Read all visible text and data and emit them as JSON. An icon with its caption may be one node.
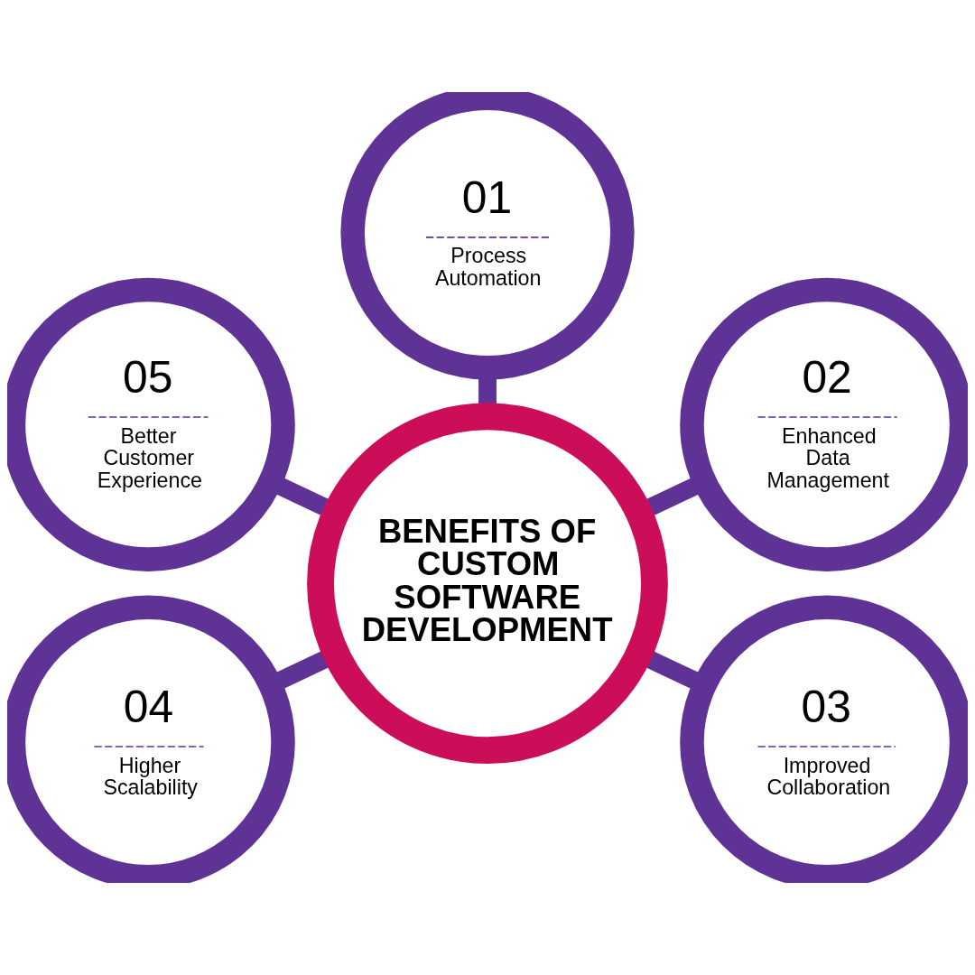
{
  "diagram": {
    "nodes": [
      {
        "text": [
          "BENEFITS OF CUSTOM SOFTWARE DEVELOPMENT"
        ]
      },
      {
        "text": [
          "01",
          "Process Automation"
        ]
      },
      {
        "text": [
          "02",
          "Enhanced Data Management"
        ]
      },
      {
        "text": [
          "03",
          "Improved Collaboration"
        ]
      },
      {
        "text": [
          "04",
          "Higher Scalability"
        ]
      },
      {
        "text": [
          "05",
          "Better Customer Experience"
        ]
      }
    ],
    "edges": [
      {
        "from": 1,
        "to": 0,
        "arrow": "none"
      },
      {
        "from": 2,
        "to": 0,
        "arrow": "none"
      },
      {
        "from": 3,
        "to": 0,
        "arrow": "none"
      },
      {
        "from": 4,
        "to": 0,
        "arrow": "none"
      },
      {
        "from": 5,
        "to": 0,
        "arrow": "none"
      }
    ]
  }
}
